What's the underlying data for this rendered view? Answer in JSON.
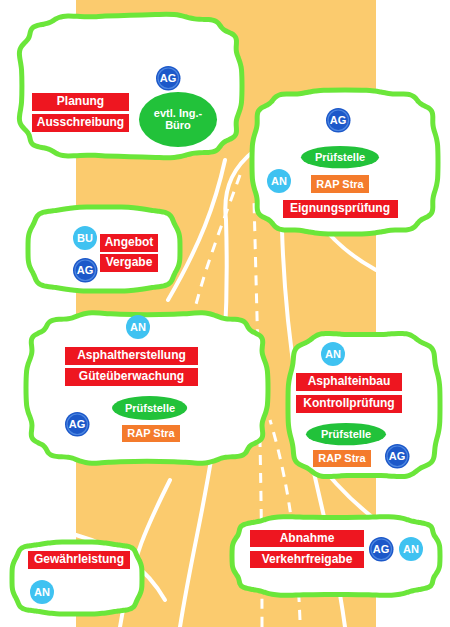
{
  "diagram": {
    "nodes": [
      {
        "text": []
      },
      {
        "text": [
          "AG"
        ],
        "in": 0
      },
      {
        "text": [
          "Planung"
        ],
        "in": 0
      },
      {
        "text": [
          "Ausschreibung"
        ],
        "in": 0
      },
      {
        "text": [
          "evtl. Ing.-Büro"
        ],
        "in": 0
      },
      {
        "text": []
      },
      {
        "text": [
          "AG"
        ],
        "in": 5
      },
      {
        "text": [
          "Prüfstelle"
        ],
        "in": 5
      },
      {
        "text": [
          "AN"
        ],
        "in": 5
      },
      {
        "text": [
          "RAP Stra"
        ],
        "in": 5
      },
      {
        "text": [
          "Eignungsprüfung"
        ],
        "in": 5
      },
      {
        "text": []
      },
      {
        "text": [
          "BU"
        ],
        "in": 11
      },
      {
        "text": [
          "Angebot"
        ],
        "in": 11
      },
      {
        "text": [
          "AG"
        ],
        "in": 11
      },
      {
        "text": [
          "Vergabe"
        ],
        "in": 11
      },
      {
        "text": []
      },
      {
        "text": [
          "AN"
        ],
        "in": 16
      },
      {
        "text": [
          "Asphaltherstellung"
        ],
        "in": 16
      },
      {
        "text": [
          "Güteüberwachung"
        ],
        "in": 16
      },
      {
        "text": [
          "AG"
        ],
        "in": 16
      },
      {
        "text": [
          "Prüfstelle"
        ],
        "in": 16
      },
      {
        "text": [
          "RAP Stra"
        ],
        "in": 16
      },
      {
        "text": []
      },
      {
        "text": [
          "AN"
        ],
        "in": 23
      },
      {
        "text": [
          "Asphalteinbau"
        ],
        "in": 23
      },
      {
        "text": [
          "Kontrollprüfung"
        ],
        "in": 23
      },
      {
        "text": [
          "Prüfstelle"
        ],
        "in": 23
      },
      {
        "text": [
          "RAP Stra"
        ],
        "in": 23
      },
      {
        "text": [
          "AG"
        ],
        "in": 23
      },
      {
        "text": []
      },
      {
        "text": [
          "Abnahme"
        ],
        "in": 30
      },
      {
        "text": [
          "Verkehrfreigabe"
        ],
        "in": 30
      },
      {
        "text": [
          "AG"
        ],
        "in": 30
      },
      {
        "text": [
          "AN"
        ],
        "in": 30
      },
      {
        "text": []
      },
      {
        "text": [
          "Gewährleistung"
        ],
        "in": 35
      },
      {
        "text": [
          "AN"
        ],
        "in": 35
      }
    ]
  }
}
